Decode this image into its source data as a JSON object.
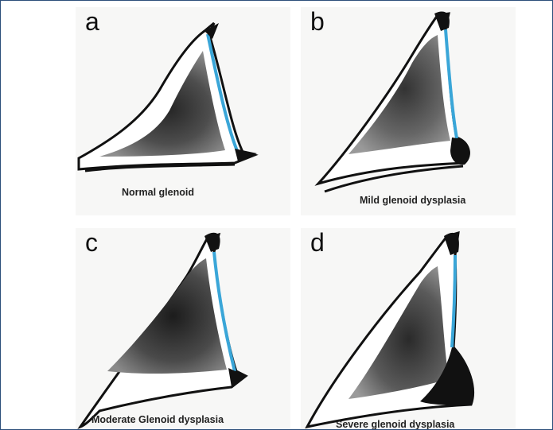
{
  "panels": [
    {
      "letter": "a",
      "caption": "Normal glenoid"
    },
    {
      "letter": "b",
      "caption": "Mild glenoid dysplasia"
    },
    {
      "letter": "c",
      "caption": "Moderate Glenoid dysplasia"
    },
    {
      "letter": "d",
      "caption": "Severe glenoid dysplasia"
    }
  ],
  "colors": {
    "cartilage": "#3aa6d8",
    "outline": "#111111",
    "frame_border": "#2c4e7a"
  }
}
